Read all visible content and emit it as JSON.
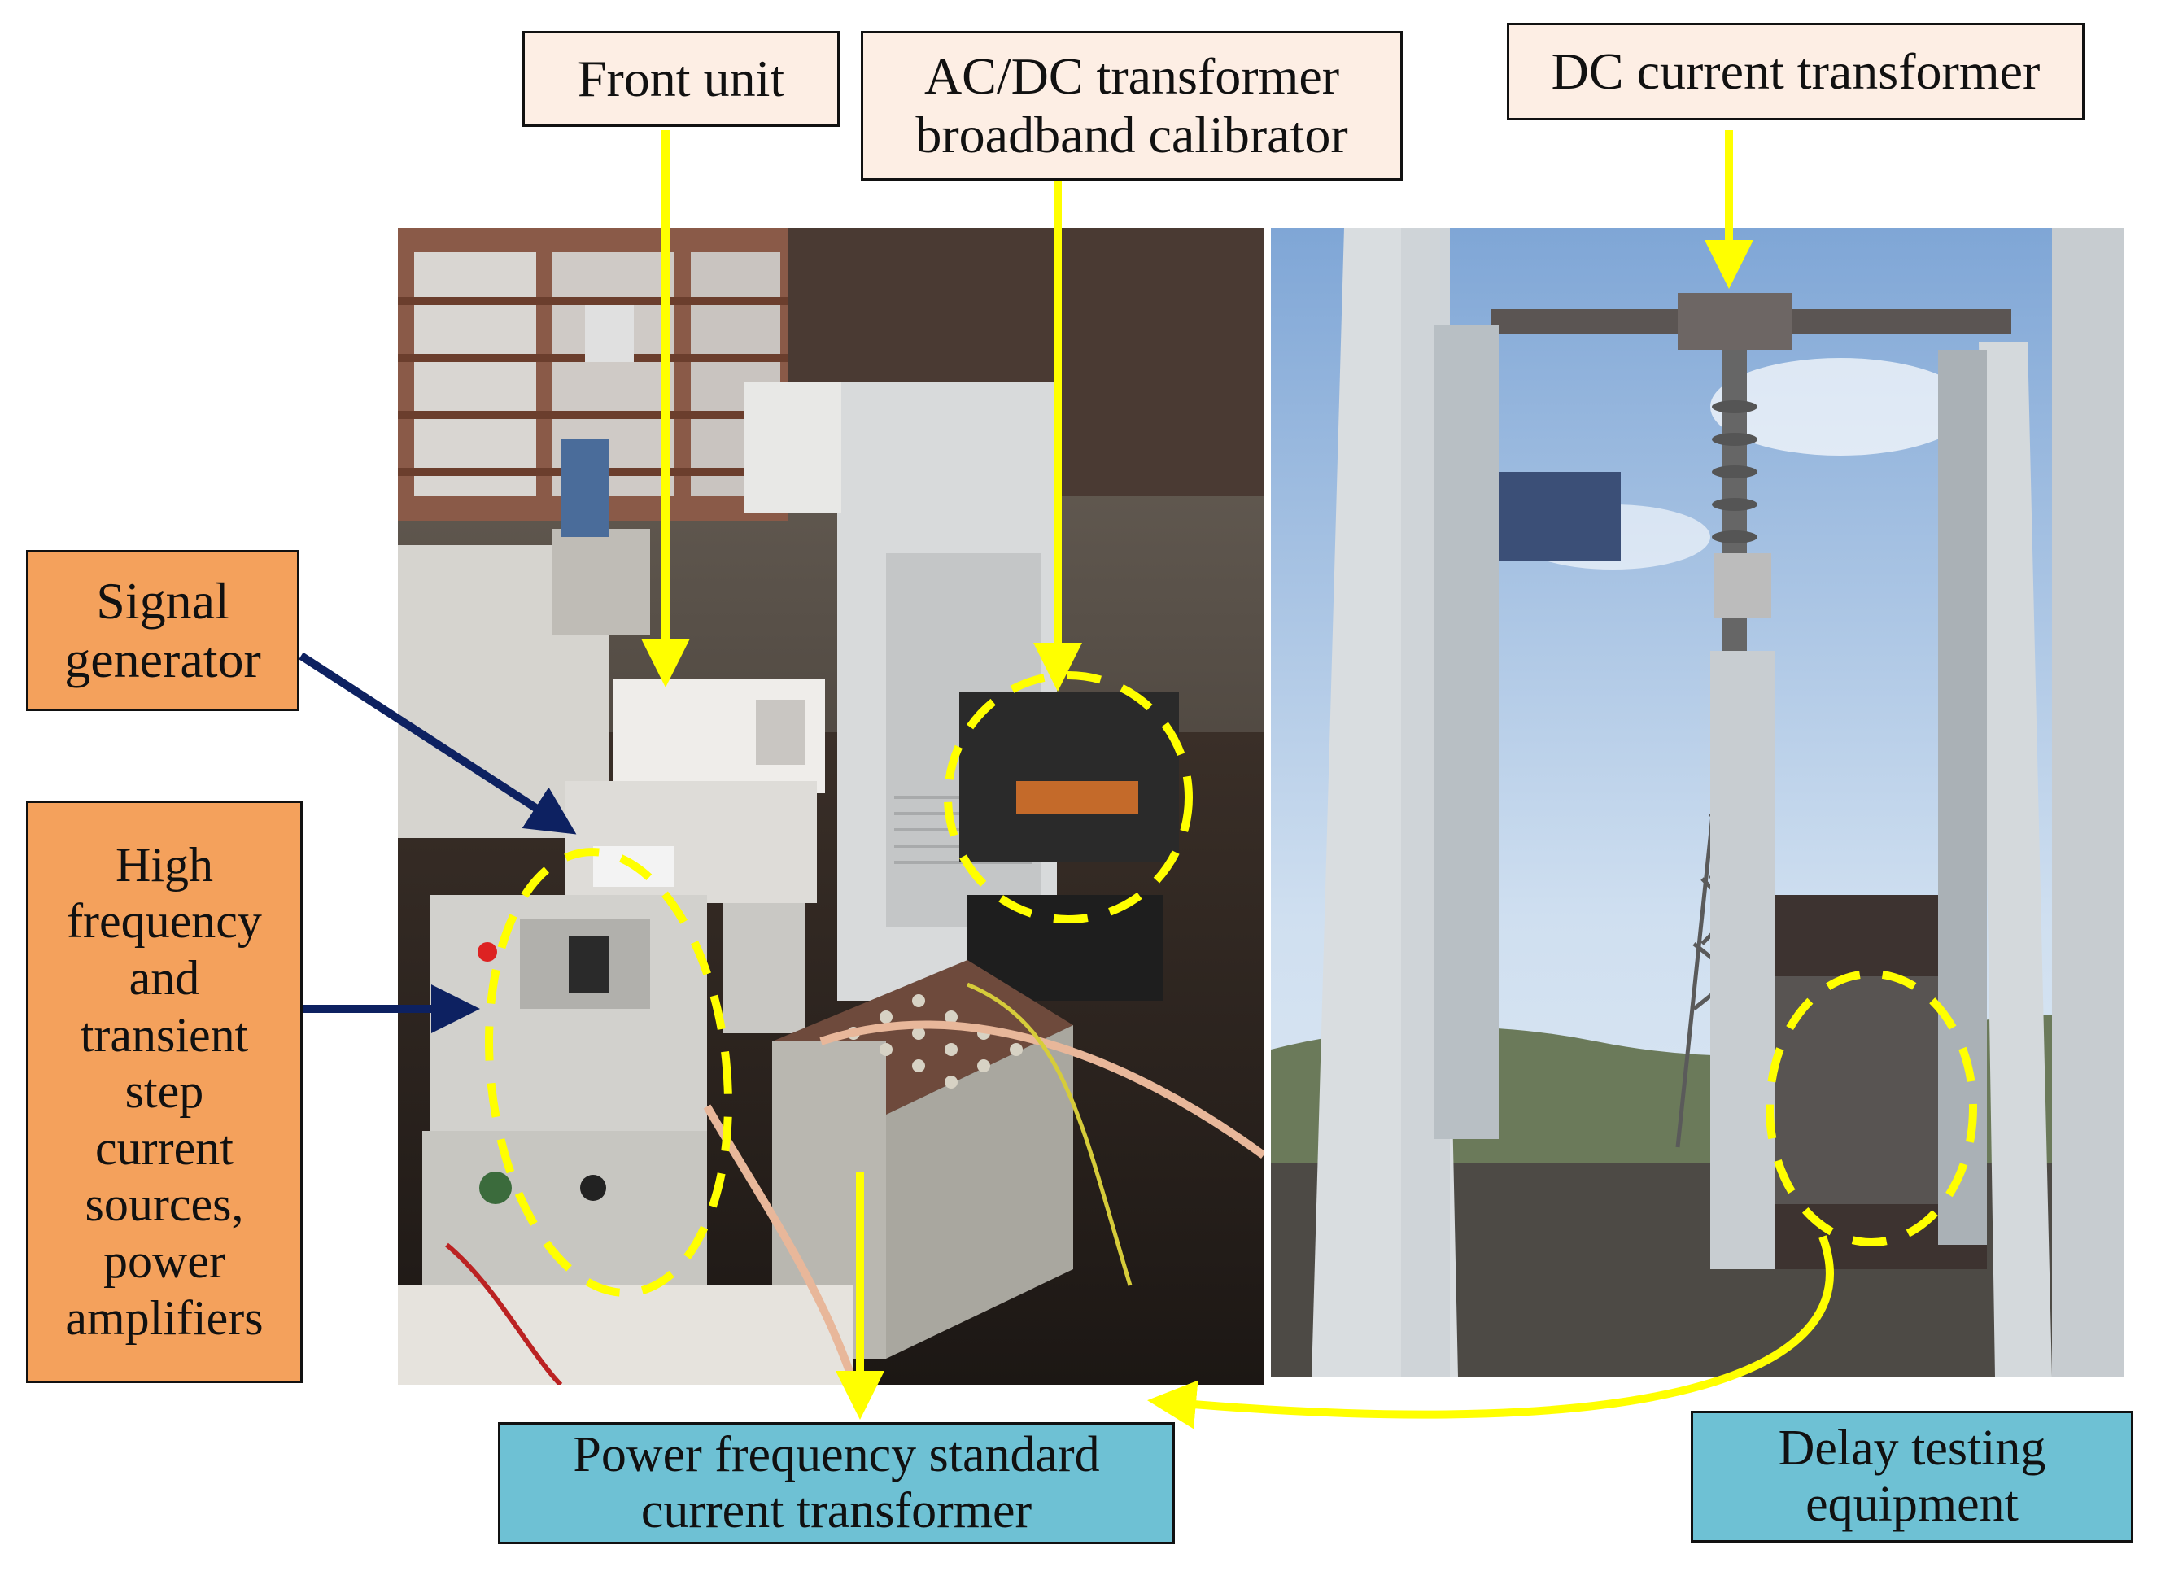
{
  "labels": {
    "front_unit": "Front unit",
    "calibrator": "AC/DC transformer\nbroadband calibrator",
    "dc_ct": "DC current transformer",
    "signal_generator": "Signal\ngenerator",
    "current_sources": "High\nfrequency\nand\ntransient\nstep\ncurrent\nsources,\npower\namplifiers",
    "power_freq_ct": "Power frequency standard\ncurrent transformer",
    "delay_testing": "Delay testing\nequipment"
  },
  "colors": {
    "label_fill_top": "#fdeee4",
    "label_fill_left": "#f4a15c",
    "label_fill_bottom": "#6ec1d4",
    "yellow_arrow": "#ffff00",
    "navy_arrow": "#0d2161"
  }
}
